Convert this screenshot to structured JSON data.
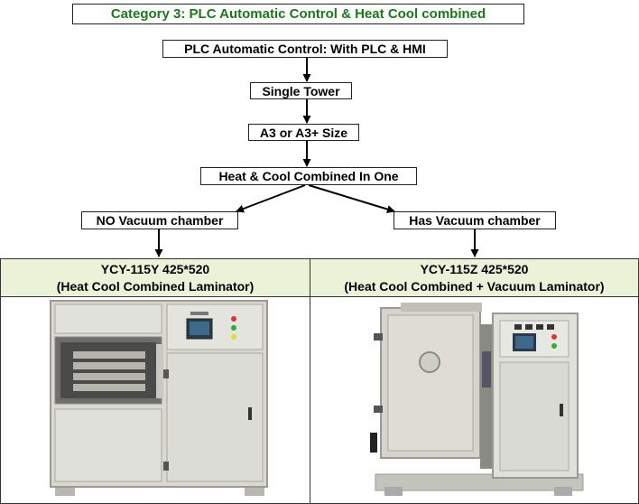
{
  "category_title": "Category 3: PLC Automatic Control & Heat Cool combined",
  "flow": {
    "step1": "PLC Automatic Control: With PLC & HMI",
    "step2": "Single Tower",
    "step3": "A3 or A3+ Size",
    "step4": "Heat & Cool Combined In One",
    "branch_left": "NO Vacuum chamber",
    "branch_right": "Has Vacuum chamber"
  },
  "products": [
    {
      "model": "YCY-115Y 425*520",
      "description": "(Heat Cool Combined Laminator)"
    },
    {
      "model": "YCY-115Z 425*520",
      "description": "(Heat Cool Combined + Vacuum Laminator)"
    }
  ],
  "colors": {
    "title_text": "#1a7a1a",
    "header_bg": "#eaf3d8",
    "machine_body": "#d9d9d2"
  }
}
